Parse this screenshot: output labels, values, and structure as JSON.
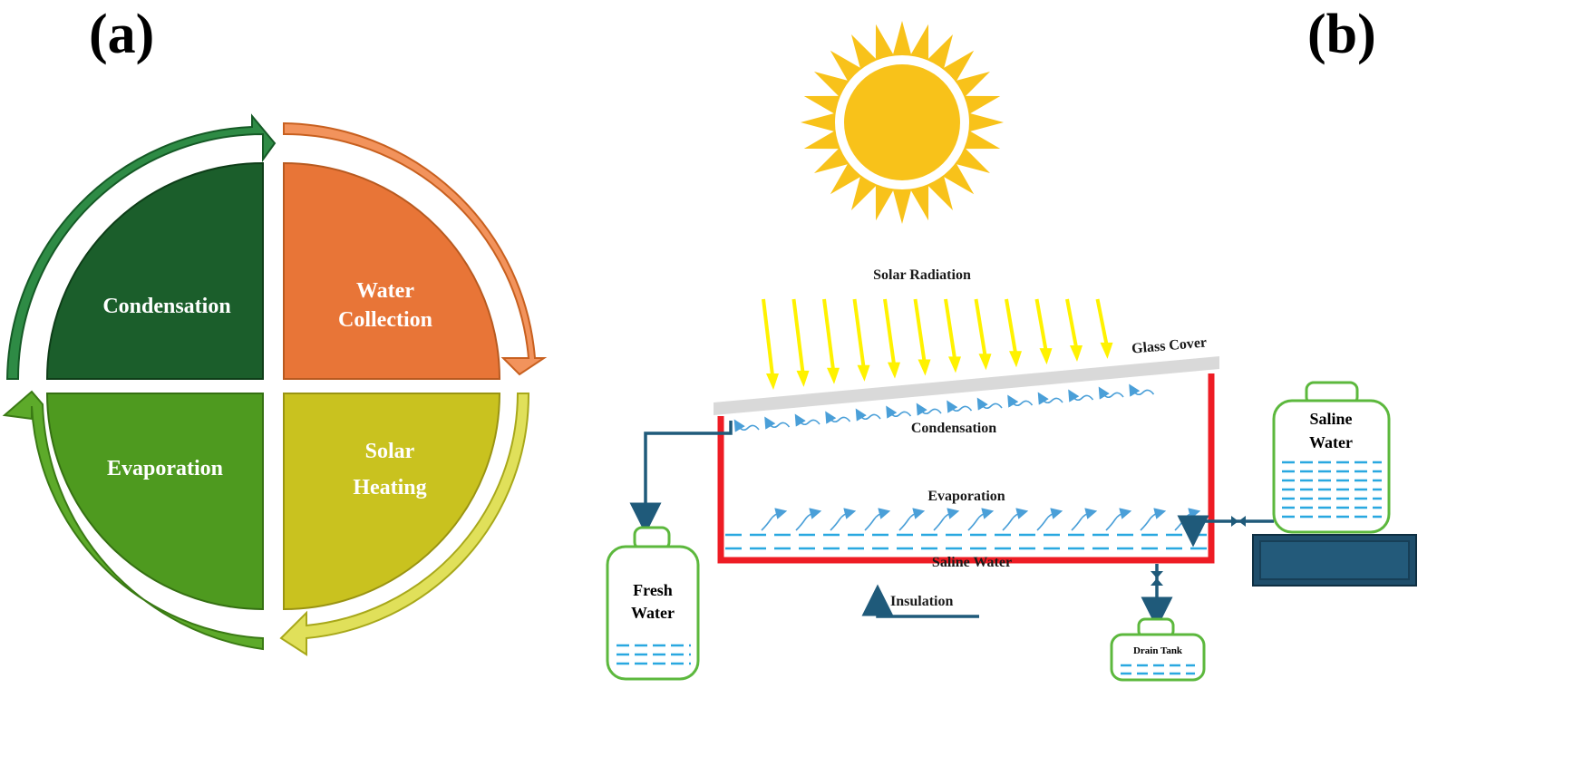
{
  "panel_a": {
    "label": "(a)",
    "quadrants": {
      "condensation": "Condensation",
      "water_collection_1": "Water",
      "water_collection_2": "Collection",
      "evaporation": "Evaporation",
      "solar_heating_1": "Solar",
      "solar_heating_2": "Heating"
    },
    "colors": {
      "condensation": "#1b5e2b",
      "water_collection": "#e87537",
      "evaporation": "#4e9a1f",
      "solar_heating": "#c9c21f"
    }
  },
  "panel_b": {
    "label": "(b)",
    "labels": {
      "solar_radiation": "Solar Radiation",
      "glass_cover": "Glass Cover",
      "condensation": "Condensation",
      "evaporation": "Evaporation",
      "saline_water": "Saline Water",
      "insulation": "Insulation",
      "fresh_water_1": "Fresh",
      "fresh_water_2": "Water",
      "saline_tank_1": "Saline",
      "saline_tank_2": "Water",
      "drain_tank": "Drain Tank"
    },
    "colors": {
      "sun": "#f8c21a",
      "radiation": "#fff200",
      "basin": "#ee1c24",
      "glass": "#d9d9d9",
      "water": "#29a8e0",
      "pipe": "#1f5a7a",
      "tank_outline": "#5cb83d",
      "stand": "#1f4e6b"
    }
  }
}
